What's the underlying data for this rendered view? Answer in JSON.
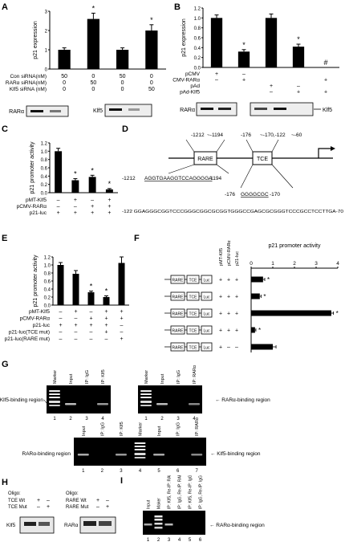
{
  "panels": {
    "A": {
      "label": "A",
      "ylabel": "p21 expression",
      "yticks": [
        "0",
        "1",
        "2",
        "3"
      ],
      "ylim": [
        0,
        3
      ],
      "bars": [
        1.0,
        2.6,
        1.0,
        2.0
      ],
      "errors": [
        0.1,
        0.3,
        0.1,
        0.3
      ],
      "stars": [
        "",
        "*",
        "",
        "*"
      ],
      "rows": [
        {
          "label": "Con siRNA(nM)",
          "values": [
            "50",
            "0",
            "50",
            "0"
          ]
        },
        {
          "label": "RARα siRNA(nM)",
          "values": [
            "0",
            "50",
            "0",
            "0"
          ]
        },
        {
          "label": "Klf5 siRNA (nM)",
          "values": [
            "0",
            "0",
            "0",
            "50"
          ]
        }
      ],
      "blot_left": "RARα",
      "blot_right": "Klf5"
    },
    "B": {
      "label": "B",
      "ylabel": "p21 expression",
      "yticks": [
        "0.0",
        "0.2",
        "0.4",
        "0.6",
        "0.8",
        "1.0",
        "1.2"
      ],
      "ylim": [
        0,
        1.2
      ],
      "bars": [
        1.0,
        0.32,
        1.0,
        0.42,
        0.0
      ],
      "errors": [
        0.06,
        0.04,
        0.08,
        0.05,
        0.0
      ],
      "stars": [
        "",
        "*",
        "",
        "*",
        "#"
      ],
      "rows": [
        {
          "label": "pCMV",
          "values": [
            "+",
            "–",
            "",
            "",
            ""
          ]
        },
        {
          "label": "pCMV-RARα",
          "values": [
            "–",
            "+",
            "",
            "",
            "+"
          ]
        },
        {
          "label": "pAd",
          "values": [
            "",
            "",
            "+",
            "–",
            ""
          ]
        },
        {
          "label": "pAd-Klf5",
          "values": [
            "",
            "",
            "–",
            "+",
            "+"
          ]
        }
      ],
      "blot_left": "RARα",
      "blot_right": "Klf5"
    },
    "C": {
      "label": "C",
      "ylabel": "p21 promoter activity",
      "yticks": [
        "0.0",
        "0.2",
        "0.4",
        "0.6",
        "0.8",
        "1.0",
        "1.2"
      ],
      "ylim": [
        0,
        1.2
      ],
      "bars": [
        1.0,
        0.3,
        0.38,
        0.08
      ],
      "errors": [
        0.07,
        0.04,
        0.04,
        0.02
      ],
      "stars": [
        "",
        "*",
        "*",
        "*"
      ],
      "rows": [
        {
          "label": "pMT-Klf5",
          "values": [
            "–",
            "+",
            "–",
            "+"
          ]
        },
        {
          "label": "pCMV-RARα",
          "values": [
            "–",
            "–",
            "+",
            "+"
          ]
        },
        {
          "label": "p21-luc",
          "values": [
            "+",
            "+",
            "+",
            "+"
          ]
        }
      ]
    },
    "D": {
      "label": "D",
      "pos1": "-1212",
      "pos2": "-1194",
      "pos3": "-176",
      "pos4": "-170",
      "pos5": "-122",
      "pos6": "-60",
      "rare": "RARE",
      "tce": "TCE",
      "seq1_start": "-1212",
      "seq1": "AGGTGAAGGTCCAGGGGA",
      "seq1_end": "-1194",
      "seq2_start": "-176",
      "seq2": "GGGGCGC",
      "seq2_end": "-170",
      "seq3": "-122 GGAGGGCGGTCCCGGGCGGCGCGGTGGGCCGAGCGCGGGTCCCGCCTCCTTGA-70"
    },
    "E": {
      "label": "E",
      "ylabel": "p21 promoter activity",
      "yticks": [
        "0.0",
        "0.2",
        "0.4",
        "0.6",
        "0.8",
        "1.0",
        "1.2"
      ],
      "ylim": [
        0,
        1.2
      ],
      "bars": [
        1.0,
        0.78,
        0.32,
        0.2,
        1.05
      ],
      "errors": [
        0.06,
        0.08,
        0.03,
        0.03,
        0.15
      ],
      "stars": [
        "",
        "",
        "*",
        "*",
        ""
      ],
      "rows": [
        {
          "label": "pMT-Klf5",
          "values": [
            "–",
            "+",
            "–",
            "+",
            "+"
          ]
        },
        {
          "label": "pCMV-RARα",
          "values": [
            "–",
            "–",
            "+",
            "+",
            "+"
          ]
        },
        {
          "label": "p21-luc",
          "values": [
            "+",
            "+",
            "+",
            "+",
            "–"
          ]
        },
        {
          "label": "p21-luc(TCE mut)",
          "values": [
            "–",
            "–",
            "–",
            "+",
            "–"
          ]
        },
        {
          "label": "p21-luc(RARE mut)",
          "values": [
            "–",
            "–",
            "–",
            "–",
            "+"
          ]
        }
      ]
    },
    "F": {
      "label": "F",
      "title": "p21 promoter activity",
      "xticks": [
        "0",
        "1",
        "2",
        "3",
        "4"
      ],
      "xlim": [
        0,
        4
      ],
      "col_headers": [
        "pMT-Klf5",
        "pCMV-RARα",
        "p21-luc"
      ],
      "constructs": [
        {
          "rare": "RARE",
          "tce": "TCE",
          "luc": "Luc",
          "signs": [
            "+",
            "+",
            "+"
          ],
          "value": 0.55,
          "error": 0.08,
          "star": "*"
        },
        {
          "rare": "RARE",
          "tce": "TCE",
          "luc": "Luc",
          "signs": [
            "+",
            "+",
            "+"
          ],
          "value": 0.4,
          "error": 0.06,
          "star": "*"
        },
        {
          "rare": "RARE",
          "tce": "TCE",
          "luc": "Luc",
          "signs": [
            "+",
            "+",
            "+"
          ],
          "value": 3.7,
          "error": 0.1,
          "star": "*"
        },
        {
          "rare": "RARE",
          "tce": "TCE",
          "luc": "Luc",
          "signs": [
            "+",
            "+",
            "+"
          ],
          "value": 0.18,
          "error": 0.04,
          "star": "*"
        },
        {
          "rare": "RARE",
          "tce": "TCE",
          "luc": "Luc",
          "signs": [
            "+",
            "–",
            "–"
          ],
          "value": 1.0,
          "error": 0.15,
          "star": ""
        }
      ]
    },
    "G": {
      "label": "G",
      "top_left_lanes": [
        "Marker",
        "Input",
        "IP: IgG",
        "IP: Klf5"
      ],
      "top_right_lanes": [
        "Marker",
        "Input",
        "IP: IgG",
        "IP: RARα"
      ],
      "top_left_label": "Klf5-binding region",
      "top_right_label": "RARα-binding region",
      "top_left_nums": [
        "1",
        "2",
        "3",
        "4"
      ],
      "top_right_nums": [
        "1",
        "2",
        "3",
        "4"
      ],
      "bottom_lanes": [
        "Input",
        "IP: IgG",
        "IP: Klf5",
        "Marker",
        "Input",
        "IP: IgG",
        "IP: RARα"
      ],
      "bottom_nums": [
        "1",
        "2",
        "3",
        "4",
        "5",
        "6",
        "7"
      ],
      "bottom_left_label": "RARα-binding region",
      "bottom_right_label": "Klf5-binding region"
    },
    "H": {
      "label": "H",
      "left_title": "Oligo:",
      "left_rows": [
        {
          "label": "TCE Wt",
          "values": [
            "+",
            "–"
          ]
        },
        {
          "label": "TCE Mut",
          "values": [
            "–",
            "+"
          ]
        }
      ],
      "left_blot": "Klf5",
      "right_title": "Oligo:",
      "right_rows": [
        {
          "label": "RARE Wt",
          "values": [
            "+",
            "–"
          ]
        },
        {
          "label": "RARE Mut",
          "values": [
            "–",
            "+"
          ]
        }
      ],
      "right_blot": "RARα"
    },
    "I": {
      "label": "I",
      "lanes": [
        "Input",
        "Maker",
        "IP: Klf5, Re-IP: RARα",
        "IP: IgG, Re-IP: RARα",
        "IP: Klf5, Re-IP: IgG",
        "IP: IgG, Re-IP: IgG"
      ],
      "nums": [
        "1",
        "2",
        "3",
        "4",
        "5",
        "6"
      ],
      "band_label": "RARα-binding region"
    }
  }
}
